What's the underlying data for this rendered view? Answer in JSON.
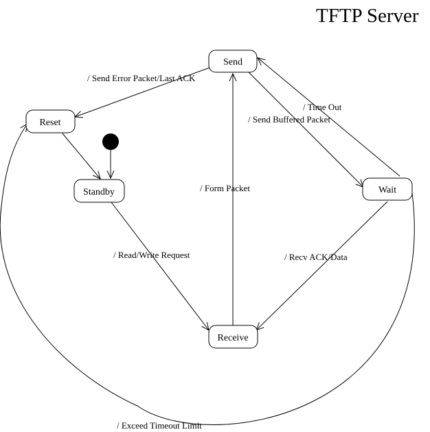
{
  "title": "TFTP Server",
  "initial_state_marker": "filled-circle",
  "states": {
    "send": "Send",
    "reset": "Reset",
    "standby": "Standby",
    "wait": "Wait",
    "receive": "Receive"
  },
  "transitions": {
    "send_to_reset": "/ Send Error Packet/Last ACK",
    "wait_to_send": "/ Time Out",
    "send_to_wait": "/ Send Buffered Packet",
    "receive_to_send": "/ Form Packet",
    "standby_to_receive": "/ Read/Write Request",
    "wait_to_receive": "/ Recv ACK/Data",
    "wait_to_reset": "/ Exceed Timeout Limit"
  }
}
